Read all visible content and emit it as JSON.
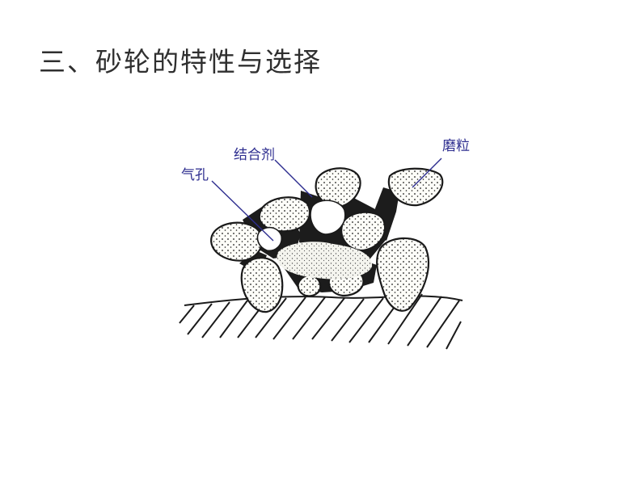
{
  "slide": {
    "title": "三、砂轮的特性与选择"
  },
  "diagram": {
    "labels": {
      "bond": "结合剂",
      "pore": "气孔",
      "grain": "磨粒"
    },
    "colors": {
      "label_text": "#2d2d8f",
      "leader_line": "#2d2d8f",
      "ink": "#1a1a1a",
      "grain_fill": "#fdfdf8"
    }
  }
}
